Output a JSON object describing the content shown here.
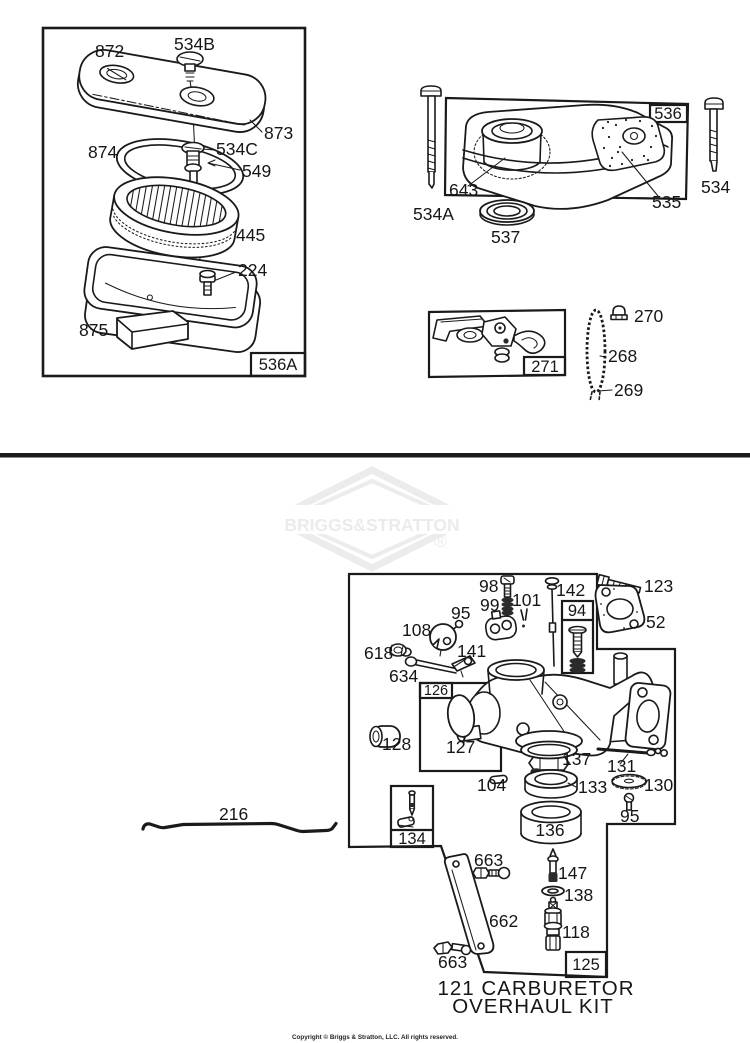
{
  "colors": {
    "background": "#ffffff",
    "ink": "#1a1a1a",
    "watermark": "#ebebeb"
  },
  "diagram": {
    "watermark": {
      "text": "BRIGGS&STRATTON",
      "reg": "®"
    },
    "footer": {
      "copyright": "Copyright © Briggs & Stratton, LLC. All rights reserved."
    },
    "air_cleaner": {
      "frame": "536A",
      "cover": "872",
      "cover_screw": "534B",
      "cover_gasket": "873",
      "seal": "874",
      "stud_screw": "534C",
      "grommet": "549",
      "cartridge": "445",
      "stud": "224",
      "base": "875"
    },
    "fuel_tank": {
      "frame": "536",
      "bolt_left": "534A",
      "bolt_right": "534",
      "tank": "643",
      "screen": "535",
      "washer": "537"
    },
    "control": {
      "frame": "271",
      "nut": "270",
      "chain": "268",
      "chain_link": "269"
    },
    "carburetor": {
      "frame_kit": "125",
      "frame_needle_kit": "94",
      "frame_choke": "126",
      "frame_float_valve": "134",
      "title_line1": "121 CARBURETOR",
      "title_line2": "OVERHAUL KIT",
      "screw": "98",
      "spring": "99",
      "clip_small": "101",
      "needle": "142",
      "bolt": "123",
      "gasket_intake": "52",
      "clip": "95",
      "choke_disc": "108",
      "nut": "618",
      "shaft": "634",
      "lever": "141",
      "sleeve": "128",
      "choke_plate": "127",
      "bowl_gasket": "137",
      "rod": "131",
      "pin": "104",
      "float": "133",
      "diaphragm": "130",
      "bowl_ring": "136",
      "bolt_small": "663",
      "needle_valve": "147",
      "seat_washer": "138",
      "bracket": "662",
      "valve": "118",
      "governor_link": "216"
    }
  }
}
